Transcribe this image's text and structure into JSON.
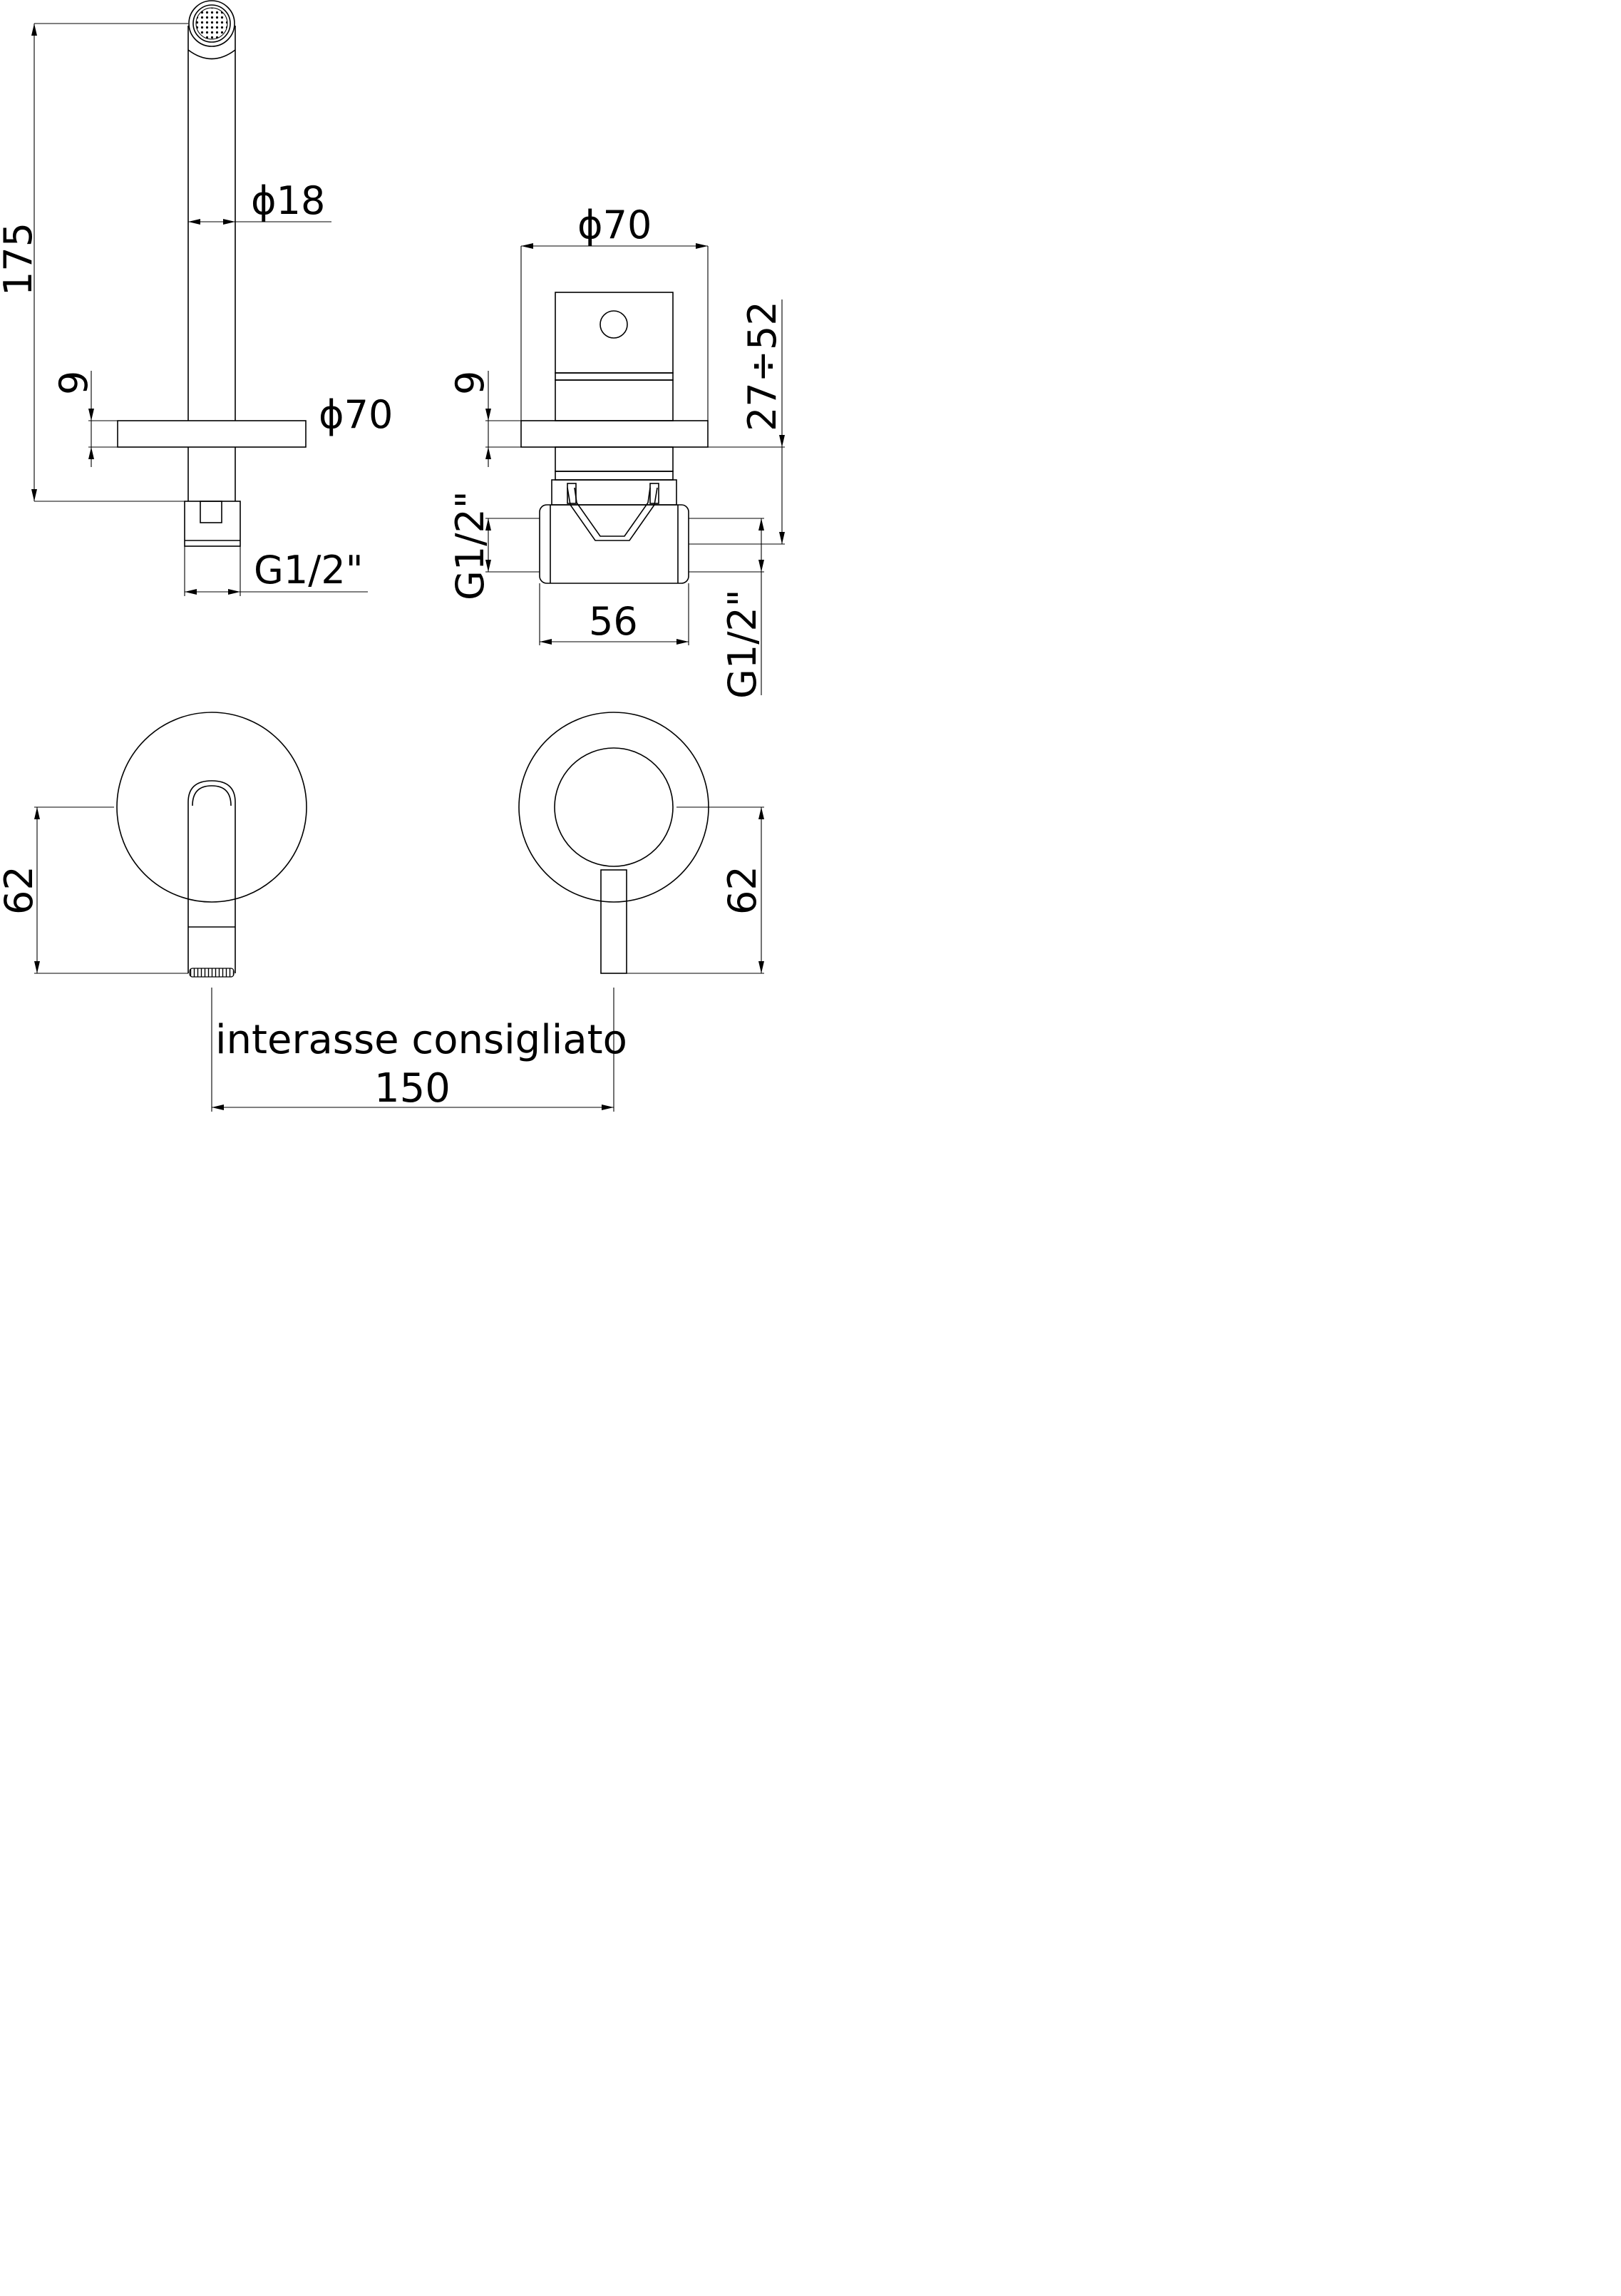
{
  "side_view": {
    "height_label": "175",
    "tube_diameter_label": "ϕ18",
    "plate_thickness_label": "9",
    "plate_diameter_label": "ϕ70",
    "connection_label": "G1/2\""
  },
  "mixer_side_view": {
    "plate_diameter_label": "ϕ70",
    "depth_range_label": "27÷52",
    "plate_thickness_label": "9",
    "inlet_label": "G1/2\"",
    "body_width_label": "56",
    "outlet_label": "G1/2\""
  },
  "front_view": {
    "spout_height_label": "62",
    "lever_height_label": "62",
    "spacing_caption": "interasse consigliato",
    "spacing_label": "150"
  }
}
